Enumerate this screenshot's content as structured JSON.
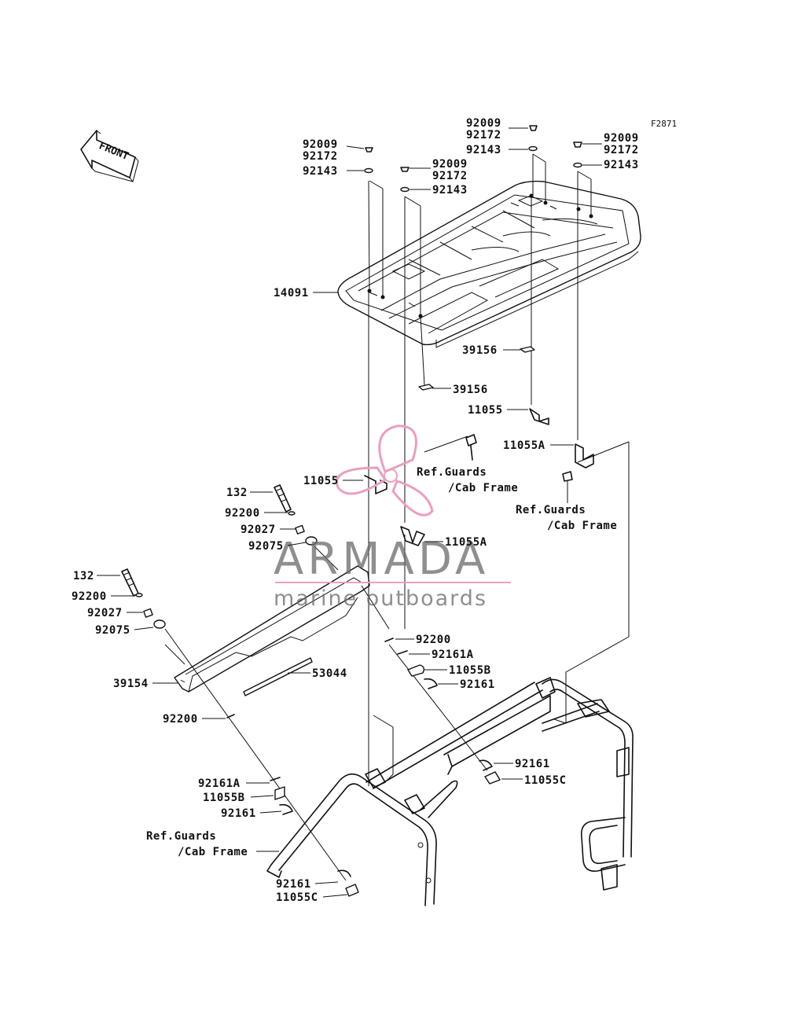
{
  "figure_code": "F2871",
  "front_label": "FRONT",
  "watermark": {
    "brand": "ARMADA",
    "tagline": "marine outboards",
    "logo_color": "#e8a0c0",
    "line_color": "#e8a0c0",
    "text_color": "#6a6a6a"
  },
  "labels": {
    "l92009_a": "92009",
    "l92172_a": "92172",
    "l92143_a": "92143",
    "l92009_b": "92009",
    "l92172_b": "92172",
    "l92143_b": "92143",
    "l92009_c": "92009",
    "l92172_c": "92172",
    "l92143_c": "92143",
    "l92009_d": "92009",
    "l92172_d": "92172",
    "l92143_d": "92143",
    "l14091": "14091",
    "l39156_a": "39156",
    "l39156_b": "39156",
    "l11055_a": "11055",
    "l11055A_a": "11055A",
    "l11055_b": "11055",
    "l11055A_b": "11055A",
    "ref_a1": "Ref.Guards",
    "ref_a2": "/Cab Frame",
    "ref_b1": "Ref.Guards",
    "ref_b2": "/Cab Frame",
    "ref_c1": "Ref.Guards",
    "ref_c2": "/Cab Frame",
    "l132_a": "132",
    "l92200_a": "92200",
    "l92027_a": "92027",
    "l92075_a": "92075",
    "l132_b": "132",
    "l92200_b": "92200",
    "l92027_b": "92027",
    "l92075_b": "92075",
    "l39154": "39154",
    "l53044": "53044",
    "l92200_c": "92200",
    "l92161A_a": "92161A",
    "l11055B_a": "11055B",
    "l92161_a": "92161",
    "l92161_b": "92161",
    "l11055C_a": "11055C",
    "l92200_d": "92200",
    "l92161A_b": "92161A",
    "l11055B_b": "11055B",
    "l92161_c": "92161",
    "l92161_d": "92161",
    "l11055C_b": "11055C"
  }
}
